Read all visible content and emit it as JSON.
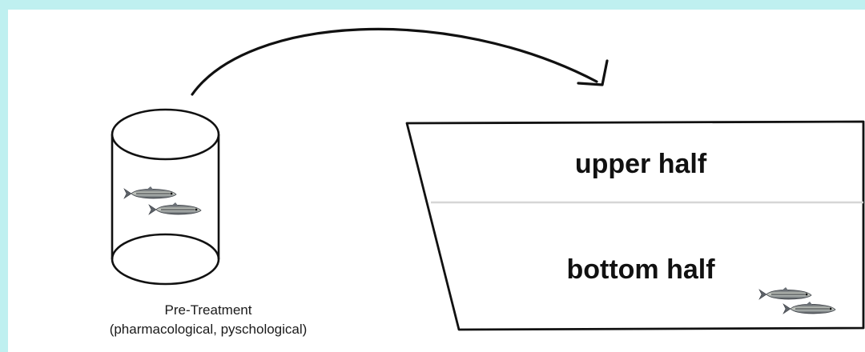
{
  "diagram": {
    "pretreatment": {
      "line1": "Pre-Treatment",
      "line2": "(pharmacological, pyschological)"
    },
    "tank": {
      "upper_label": "upper half",
      "bottom_label": "bottom half"
    }
  },
  "colors": {
    "frame": "#bff0f0",
    "stroke": "#111111",
    "divider": "#d6d6d6"
  },
  "icons": [
    "fish-icon",
    "arrow-icon",
    "cylinder-icon",
    "tank-icon"
  ]
}
